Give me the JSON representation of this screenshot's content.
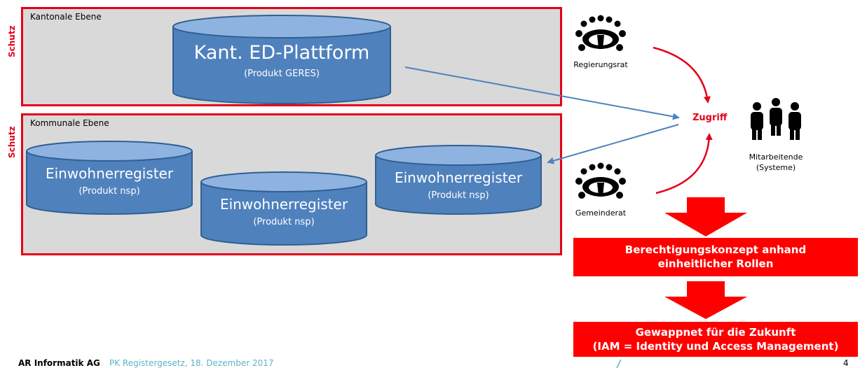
{
  "cantonal": {
    "title": "Kantonale Ebene",
    "protection": "Schutz"
  },
  "communal": {
    "title": "Kommunale Ebene",
    "protection": "Schutz"
  },
  "cylinders": {
    "ed_platform": {
      "name": "Kant. ED-Plattform",
      "product": "(Produkt GERES)"
    },
    "registers": [
      {
        "name": "Einwohnerregister",
        "product": "(Produkt nsp)"
      },
      {
        "name": "Einwohnerregister",
        "product": "(Produkt nsp)"
      },
      {
        "name": "Einwohnerregister",
        "product": "(Produkt nsp)"
      }
    ]
  },
  "actors": {
    "regierungsrat": "Regierungsrat",
    "gemeinderat": "Gemeinderat",
    "zugriff": "Zugriff",
    "staff_line1": "Mitarbeitende",
    "staff_line2": "(Systeme)"
  },
  "boxes": {
    "berechtigung_line1": "Berechtigungskonzept anhand",
    "berechtigung_line2": "einheitlicher Rollen",
    "zukunft_line1": "Gewappnet für die Zukunft",
    "zukunft_line2": "(IAM = Identity und Access Management)"
  },
  "footer": {
    "company": "AR Informatik AG",
    "subtitle": "PK Registergesetz, 18. Dezember 2017",
    "page": "4"
  },
  "colors": {
    "accent_red": "#e3001b",
    "box_red": "#ff0000",
    "cylinder_blue": "#4f81bd",
    "arrow_blue": "#4f81bd",
    "footer_teal": "#5fb3c9"
  }
}
